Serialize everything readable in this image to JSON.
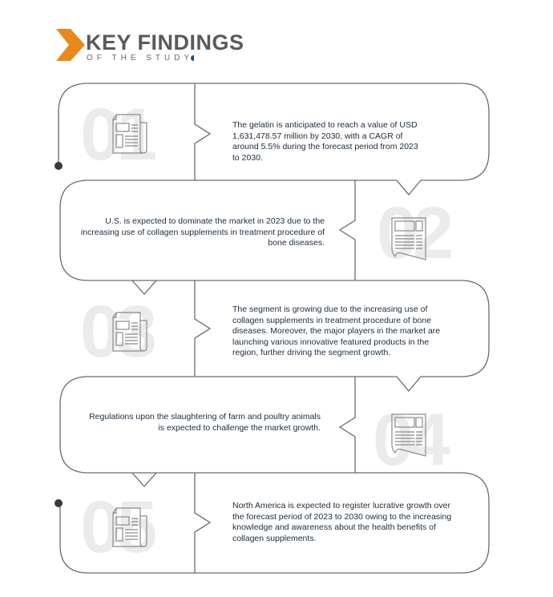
{
  "header": {
    "title": "KEY FINDINGS",
    "subtitle": "OF THE STUDY"
  },
  "colors": {
    "accent": "#e8891a",
    "title": "#5a5a5a",
    "text": "#1d2a3a",
    "line": "#6b6b6b",
    "number": "#ebebeb"
  },
  "findings": [
    {
      "number": "01",
      "icon": "newspaper-icon",
      "text": "The gelatin is anticipated to reach a value of USD 1,631,478.57 million by 2030, with a CAGR of around 5.5% during the forecast period from 2023 to 2030."
    },
    {
      "number": "02",
      "icon": "newspaper-icon",
      "text": "U.S. is expected to dominate the market in 2023 due to the increasing use of collagen supplements in treatment procedure of bone diseases."
    },
    {
      "number": "03",
      "icon": "newspaper-icon",
      "text": "The segment is growing due to the increasing use of collagen supplements in treatment procedure of bone diseases. Moreover, the major players in the market are launching various innovative featured products in the region, further driving the segment growth."
    },
    {
      "number": "04",
      "icon": "newspaper-icon",
      "text": "Regulations upon the slaughtering of farm and poultry animals is expected to challenge the market growth."
    },
    {
      "number": "05",
      "icon": "newspaper-icon",
      "text": "North America is expected to register lucrative growth over the forecast period of 2023 to 2030 owing to the increasing knowledge and awareness about the health benefits of collagen supplements."
    }
  ]
}
